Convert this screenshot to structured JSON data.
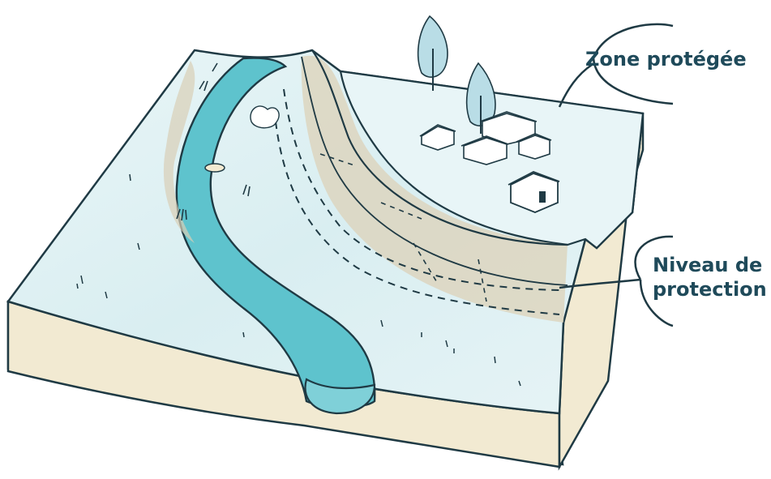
{
  "labels": {
    "zone_protegee": "Zone protégée",
    "niveau_line1": "Niveau de",
    "niveau_line2": "protection"
  },
  "colors": {
    "outline": "#1f3a44",
    "label_text": "#1f4a5a",
    "river": "#5ec3cd",
    "river_dark": "#3ea8b3",
    "ground_top": "#e3f2f4",
    "ground_side": "#f1e8cf",
    "levee_band": "#d9cfb6",
    "house_wall": "#ffffff",
    "tree": "#b9dde6"
  },
  "icons": [
    "tree-icon",
    "house-icon",
    "levee-icon",
    "river-icon"
  ]
}
